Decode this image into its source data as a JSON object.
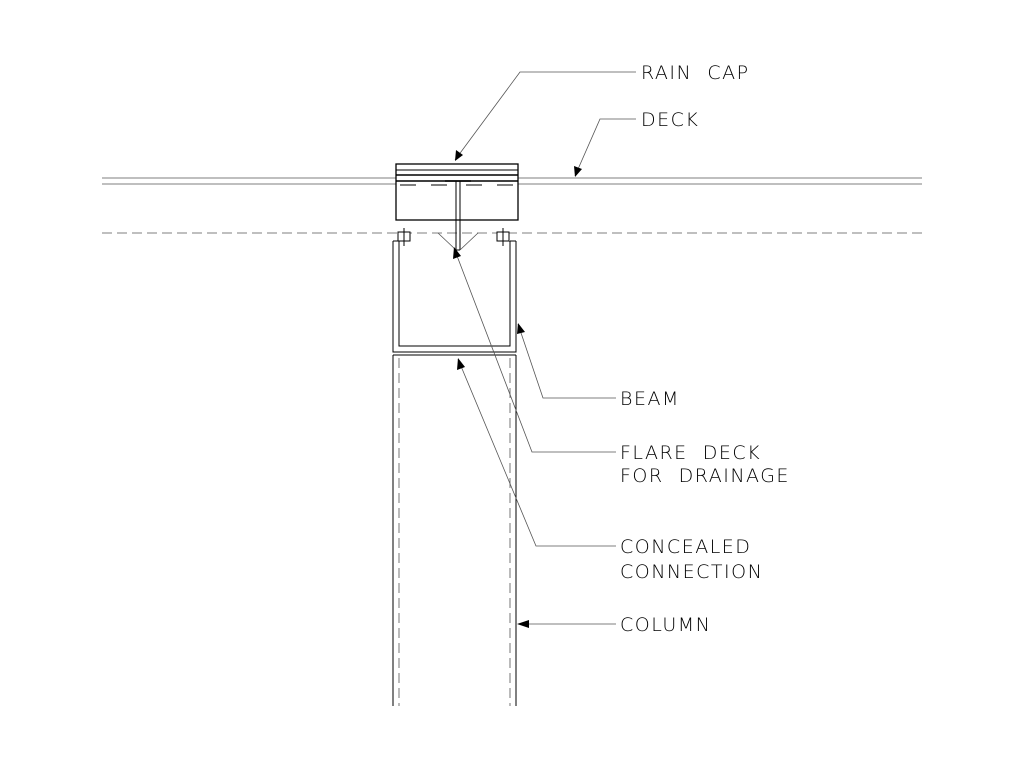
{
  "labels": {
    "rain_cap": "RAIN  CAP",
    "deck": "DECK",
    "beam": "BEAM",
    "flare_deck_1": "FLARE  DECK",
    "flare_deck_2": "FOR  DRAINAGE",
    "concealed_1": "CONCEALED",
    "concealed_2": "CONNECTION",
    "column": "COLUMN"
  },
  "colors": {
    "line": "#000000",
    "background": "#ffffff"
  }
}
